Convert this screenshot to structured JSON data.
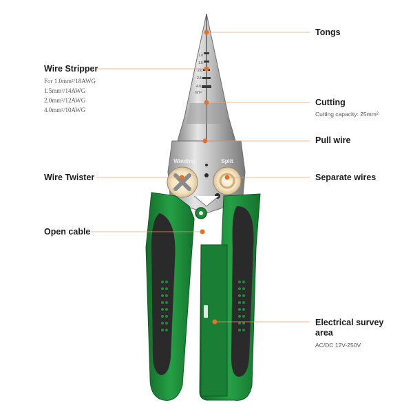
{
  "labels": {
    "tongs": "Tongs",
    "wire_stripper": "Wire Stripper",
    "stripper_specs": [
      "For 1.0mm²/18AWG",
      "1.5mm²/14AWG",
      "2.0mm²/12AWG",
      "4.0mm²/10AWG"
    ],
    "cutting": "Cutting",
    "cutting_capacity": "Cutting capacity: 25mm²",
    "pull_wire": "Pull wire",
    "wire_twister": "Wire Twister",
    "separate_wires": "Separate wires",
    "open_cable": "Open cable",
    "electrical_survey_line1": "Electrical survey",
    "electrical_survey_line2": "area",
    "voltage_range": "AC/DC 12V-250V"
  },
  "tool_markings": {
    "winding": "Winding",
    "split": "Split",
    "gauges": [
      "1.0",
      "1.5",
      "2.0",
      "2.5",
      "4.0"
    ],
    "unit": "mm²"
  },
  "colors": {
    "accent_dot": "#e8712a",
    "leader_line": "#e8a070",
    "handle_green": "#1f8c3a",
    "grip_black": "#2a2a2a",
    "metal": "#c9c9c9"
  }
}
